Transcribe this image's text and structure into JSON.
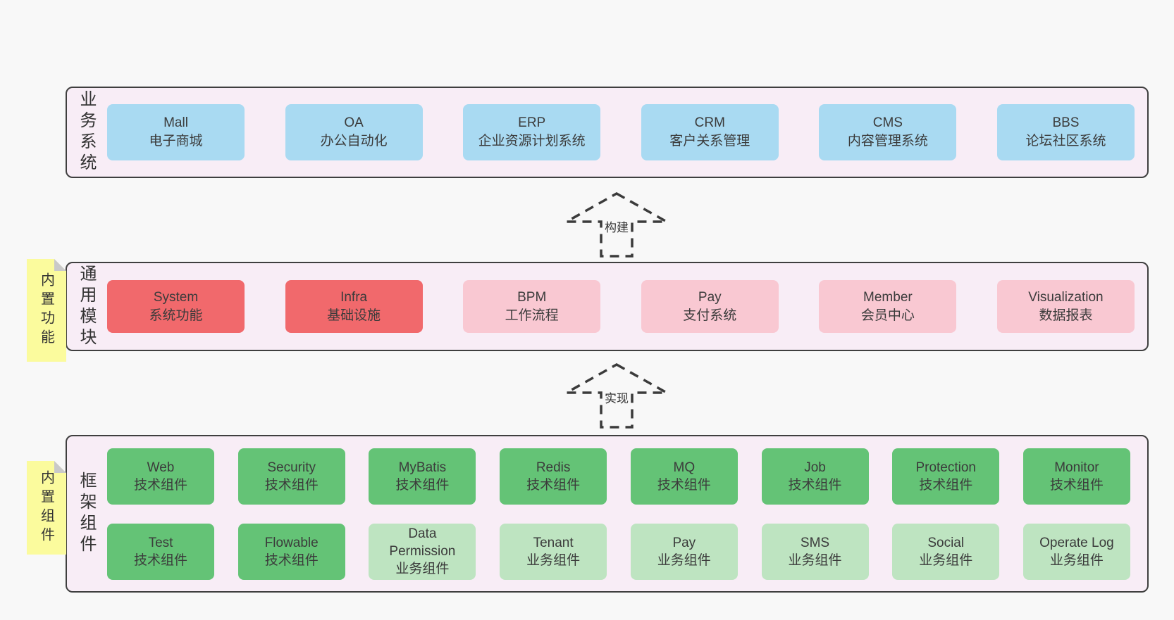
{
  "palette": {
    "page_bg": "#f8f8f8",
    "panel_bg": "#f8edf6",
    "panel_border": "#3f3f3f",
    "blue": "#a9daf2",
    "red": "#f1696c",
    "pink": "#f9c8d2",
    "green": "#64c376",
    "green_light": "#bee4c1",
    "sticky_yellow": "#fbfb9d",
    "fold_gray": "#c9c9c9",
    "text": "#3b3b3b"
  },
  "sections": [
    {
      "label": "业务系统",
      "sticky": null,
      "rows": [
        [
          {
            "name": "Mall",
            "desc": "电子商城",
            "variant": "blue"
          },
          {
            "name": "OA",
            "desc": "办公自动化",
            "variant": "blue"
          },
          {
            "name": "ERP",
            "desc": "企业资源计划系统",
            "variant": "blue"
          },
          {
            "name": "CRM",
            "desc": "客户关系管理",
            "variant": "blue"
          },
          {
            "name": "CMS",
            "desc": "内容管理系统",
            "variant": "blue"
          },
          {
            "name": "BBS",
            "desc": "论坛社区系统",
            "variant": "blue"
          }
        ]
      ]
    },
    {
      "label": "通用模块",
      "sticky": "内置功能",
      "rows": [
        [
          {
            "name": "System",
            "desc": "系统功能",
            "variant": "red"
          },
          {
            "name": "Infra",
            "desc": "基础设施",
            "variant": "red"
          },
          {
            "name": "BPM",
            "desc": "工作流程",
            "variant": "pink"
          },
          {
            "name": "Pay",
            "desc": "支付系统",
            "variant": "pink"
          },
          {
            "name": "Member",
            "desc": "会员中心",
            "variant": "pink"
          },
          {
            "name": "Visualization",
            "desc": "数据报表",
            "variant": "pink"
          }
        ]
      ]
    },
    {
      "label": "框架组件",
      "sticky": "内置组件",
      "rows": [
        [
          {
            "name": "Web",
            "desc": "技术组件",
            "variant": "green"
          },
          {
            "name": "Security",
            "desc": "技术组件",
            "variant": "green"
          },
          {
            "name": "MyBatis",
            "desc": "技术组件",
            "variant": "green"
          },
          {
            "name": "Redis",
            "desc": "技术组件",
            "variant": "green"
          },
          {
            "name": "MQ",
            "desc": "技术组件",
            "variant": "green"
          },
          {
            "name": "Job",
            "desc": "技术组件",
            "variant": "green"
          },
          {
            "name": "Protection",
            "desc": "技术组件",
            "variant": "green"
          },
          {
            "name": "Monitor",
            "desc": "技术组件",
            "variant": "green"
          }
        ],
        [
          {
            "name": "Test",
            "desc": "技术组件",
            "variant": "green"
          },
          {
            "name": "Flowable",
            "desc": "技术组件",
            "variant": "green"
          },
          {
            "name": "Data Permission",
            "desc": "业务组件",
            "variant": "green-light"
          },
          {
            "name": "Tenant",
            "desc": "业务组件",
            "variant": "green-light"
          },
          {
            "name": "Pay",
            "desc": "业务组件",
            "variant": "green-light"
          },
          {
            "name": "SMS",
            "desc": "业务组件",
            "variant": "green-light"
          },
          {
            "name": "Social",
            "desc": "业务组件",
            "variant": "green-light"
          },
          {
            "name": "Operate Log",
            "desc": "业务组件",
            "variant": "green-light"
          }
        ]
      ]
    }
  ],
  "arrows": [
    {
      "label": "构建"
    },
    {
      "label": "实现"
    }
  ]
}
